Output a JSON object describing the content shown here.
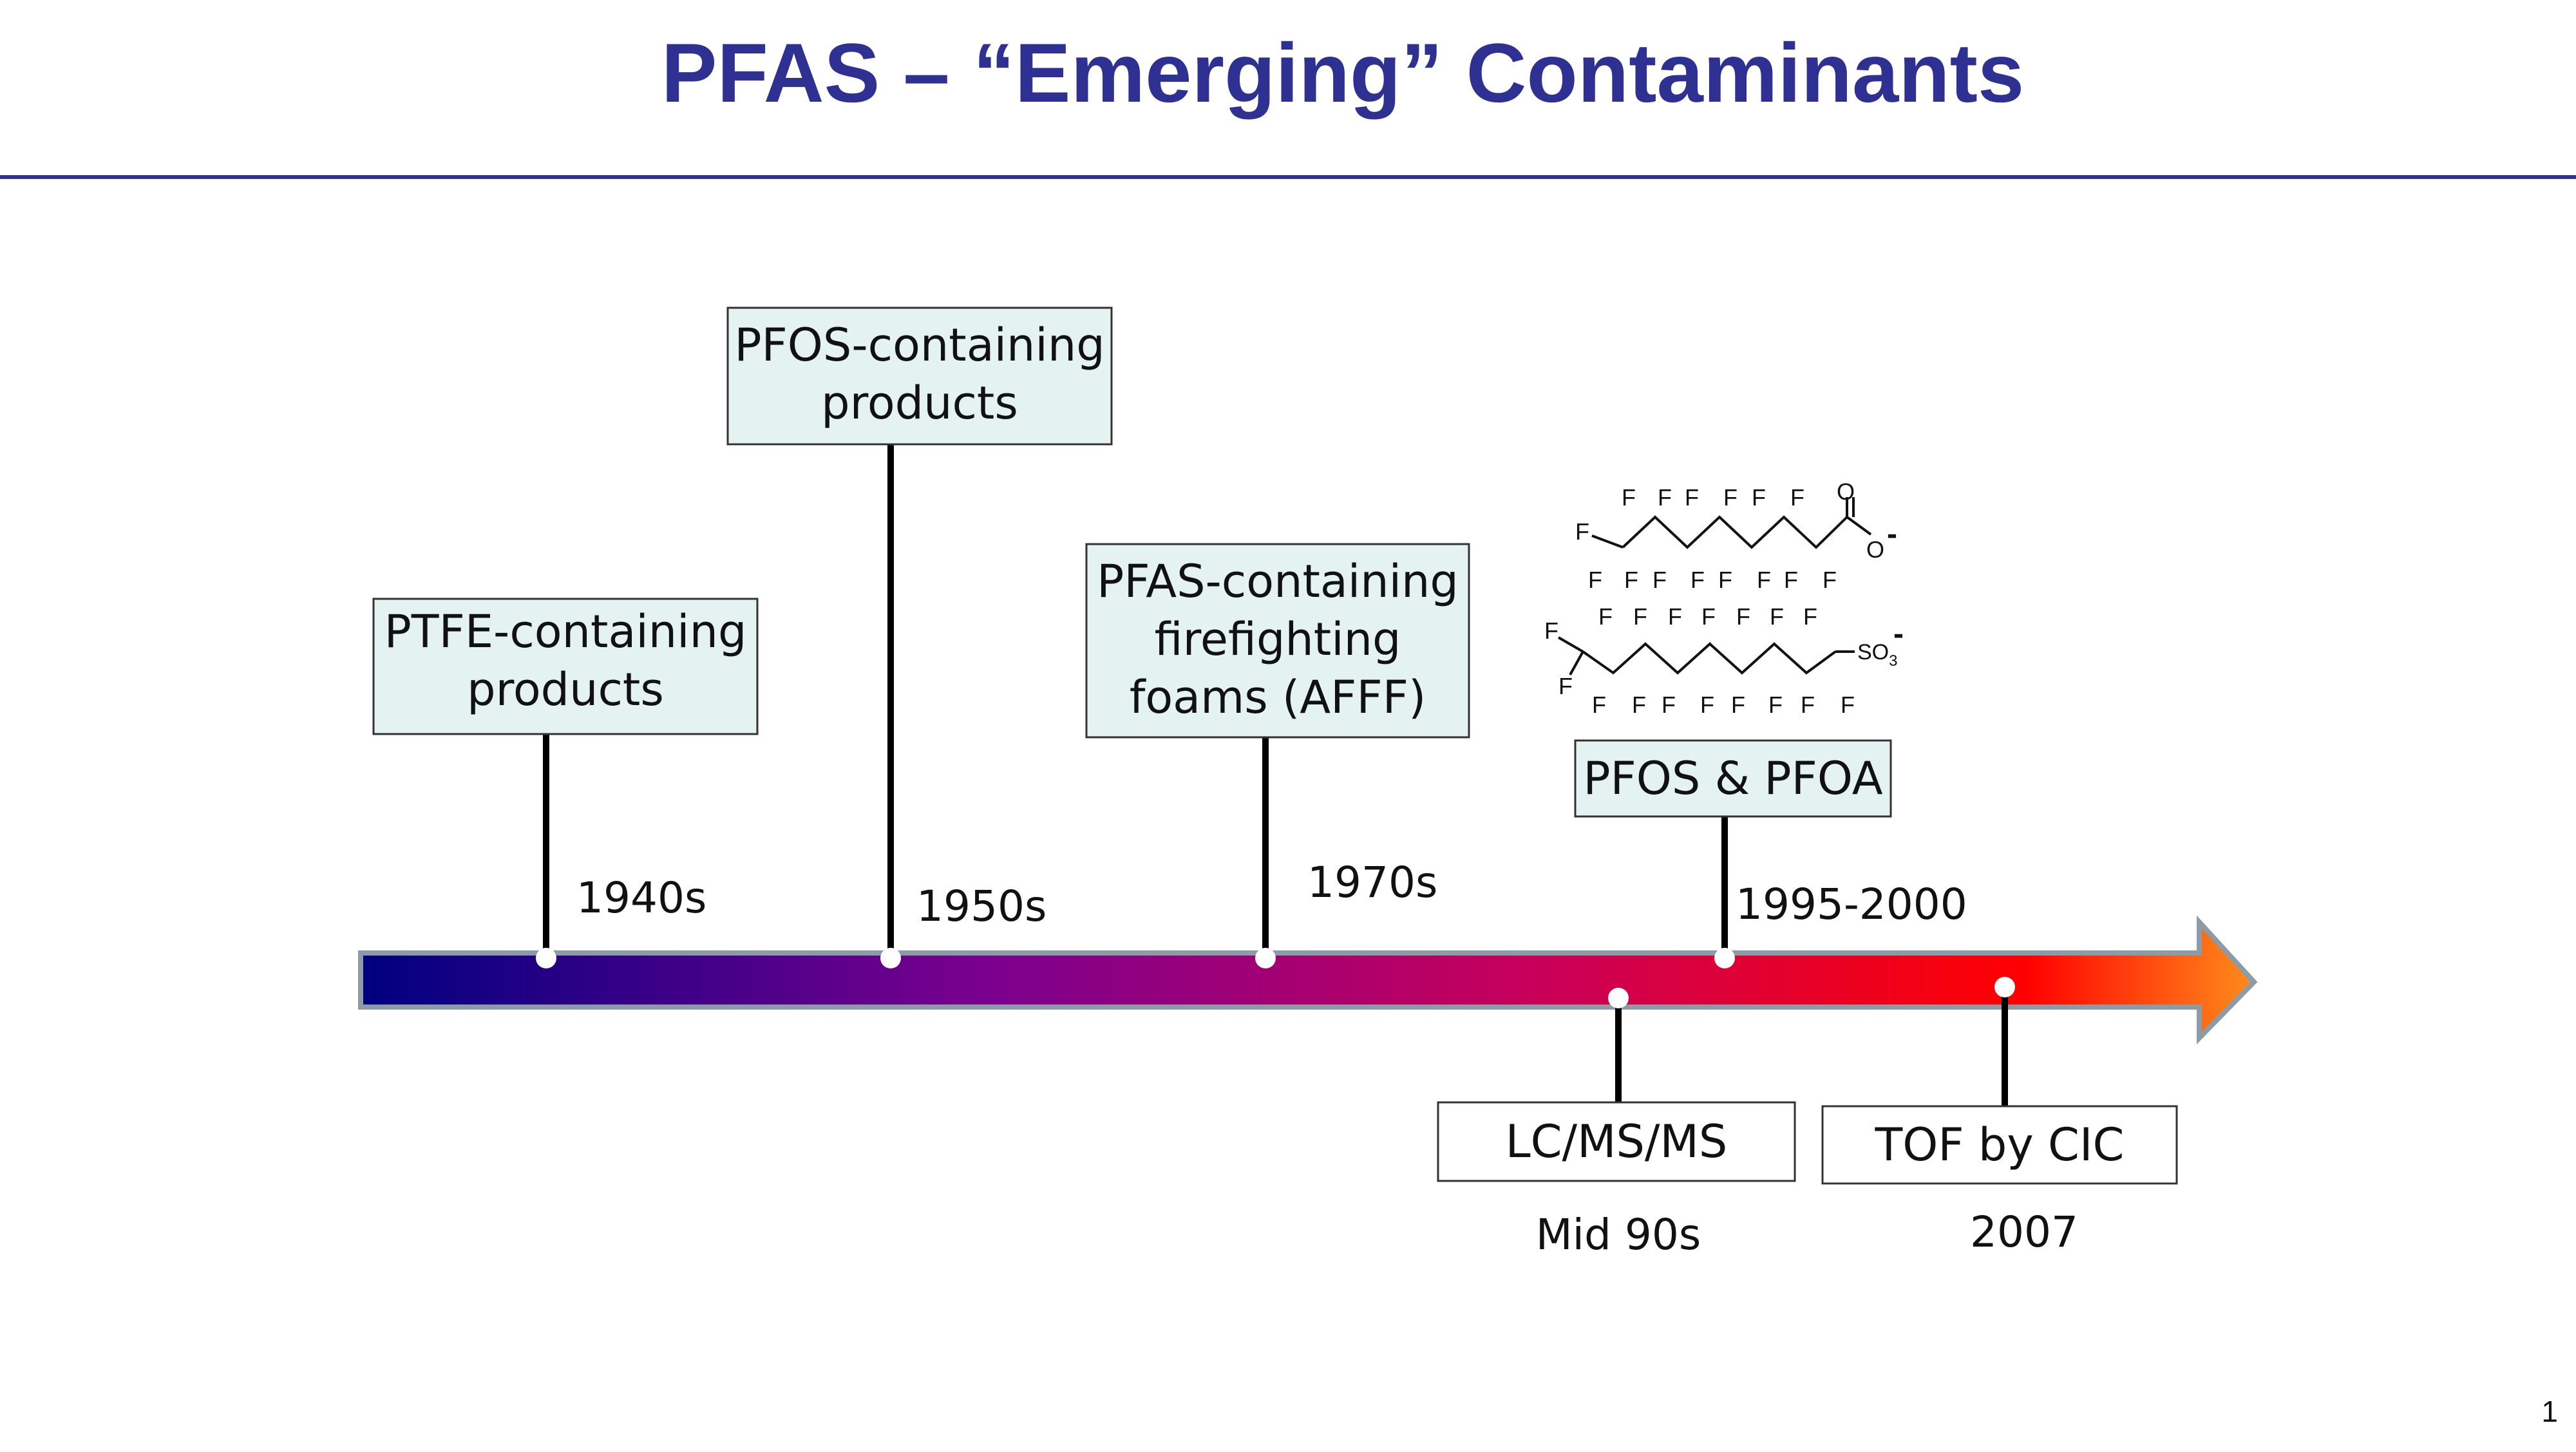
{
  "title": "PFAS – “Emerging” Contaminants",
  "page_number": "1",
  "colors": {
    "title": "#2E3192",
    "rule": "#2E3192",
    "box_fill_upper": "#E4F2F2",
    "box_fill_lower": "#FFFFFF",
    "arrow_start": "#000080",
    "arrow_mid1": "#7A008E",
    "arrow_mid2": "#C8005A",
    "arrow_mid3": "#FF0000",
    "arrow_end": "#FF8C1A",
    "arrow_outline": "#8C9BA5"
  },
  "events_above": [
    {
      "box": [
        "PTFE-containing",
        "products"
      ],
      "date": "1940s"
    },
    {
      "box": [
        "PFOS-containing",
        "products"
      ],
      "date": "1950s"
    },
    {
      "box": [
        "PFAS-containing",
        "firefighting",
        "foams (AFFF)"
      ],
      "date": "1970s"
    },
    {
      "box": [
        "PFOS & PFOA"
      ],
      "date": "1995-2000"
    }
  ],
  "events_below": [
    {
      "box": [
        "LC/MS/MS"
      ],
      "date": "Mid 90s"
    },
    {
      "box": [
        "TOF by CIC"
      ],
      "date": "2007"
    }
  ],
  "molecules": {
    "pfoa": {
      "atom": "F",
      "oxygen": "O",
      "charge": "-"
    },
    "pfos": {
      "atom": "F",
      "group": "SO3",
      "group_base": "SO",
      "group_sub": "3",
      "charge": "-"
    }
  }
}
